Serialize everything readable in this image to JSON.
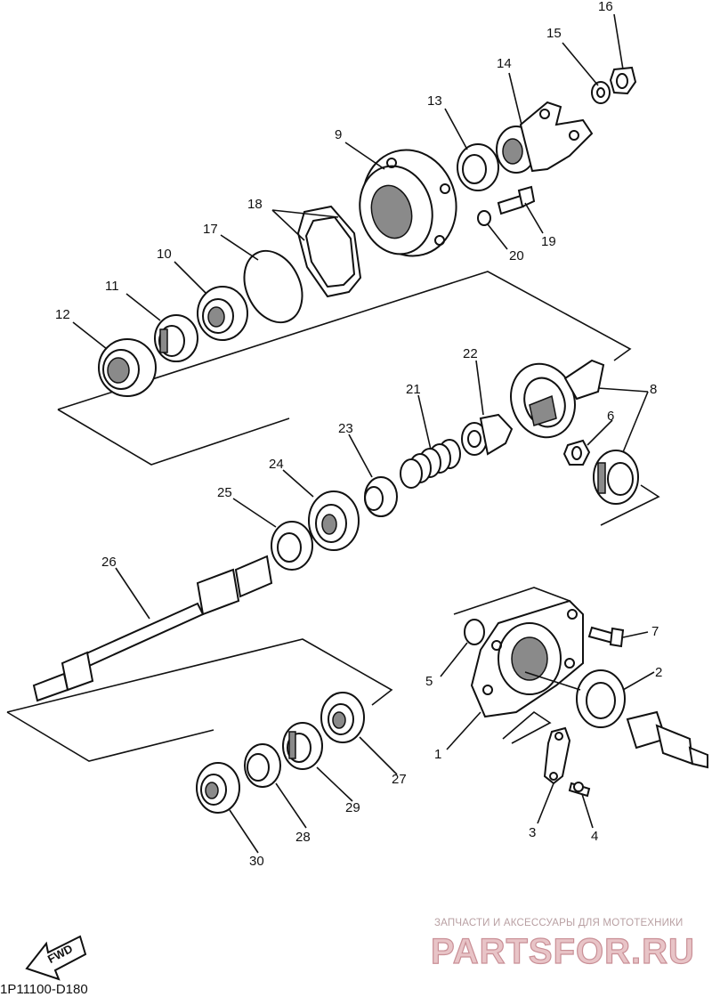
{
  "diagram_code": "1P11100-D180",
  "fwd_label": "FWD",
  "watermark": {
    "tagline": "ЗАПЧАСТИ И АКСЕССУАРЫ ДЛЯ МОТОТЕХНИКИ",
    "brand": "PARTSFOR.RU"
  },
  "callouts": [
    {
      "id": "1",
      "label": "1"
    },
    {
      "id": "2",
      "label": "2"
    },
    {
      "id": "3",
      "label": "3"
    },
    {
      "id": "4",
      "label": "4"
    },
    {
      "id": "5",
      "label": "5"
    },
    {
      "id": "6",
      "label": "6"
    },
    {
      "id": "7",
      "label": "7"
    },
    {
      "id": "8",
      "label": "8"
    },
    {
      "id": "9",
      "label": "9"
    },
    {
      "id": "10",
      "label": "10"
    },
    {
      "id": "11",
      "label": "11"
    },
    {
      "id": "12",
      "label": "12"
    },
    {
      "id": "13",
      "label": "13"
    },
    {
      "id": "14",
      "label": "14"
    },
    {
      "id": "15",
      "label": "15"
    },
    {
      "id": "16",
      "label": "16"
    },
    {
      "id": "17",
      "label": "17"
    },
    {
      "id": "18",
      "label": "18"
    },
    {
      "id": "19",
      "label": "19"
    },
    {
      "id": "20",
      "label": "20"
    },
    {
      "id": "21",
      "label": "21"
    },
    {
      "id": "22",
      "label": "22"
    },
    {
      "id": "23",
      "label": "23"
    },
    {
      "id": "24",
      "label": "24"
    },
    {
      "id": "25",
      "label": "25"
    },
    {
      "id": "26",
      "label": "26"
    },
    {
      "id": "27",
      "label": "27"
    },
    {
      "id": "28",
      "label": "28"
    },
    {
      "id": "29",
      "label": "29"
    },
    {
      "id": "30",
      "label": "30"
    }
  ]
}
